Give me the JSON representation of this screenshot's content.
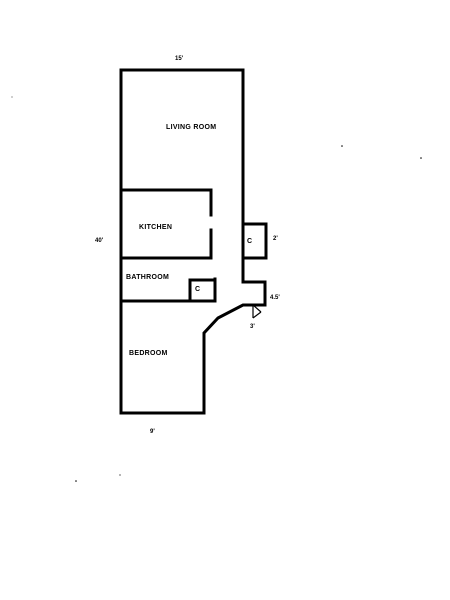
{
  "rooms": {
    "living_room": "LIVING ROOM",
    "kitchen": "KITCHEN",
    "bathroom": "BATHROOM",
    "bedroom": "BEDROOM",
    "closet_1": "C",
    "closet_2": "C"
  },
  "dimensions": {
    "top_width": "15'",
    "left_height": "40'",
    "bottom_width": "9'",
    "closet_width": "2'",
    "hall_depth": "4.5'",
    "hall_width": "3'"
  },
  "colors": {
    "wall": "#000000",
    "background": "#ffffff"
  }
}
